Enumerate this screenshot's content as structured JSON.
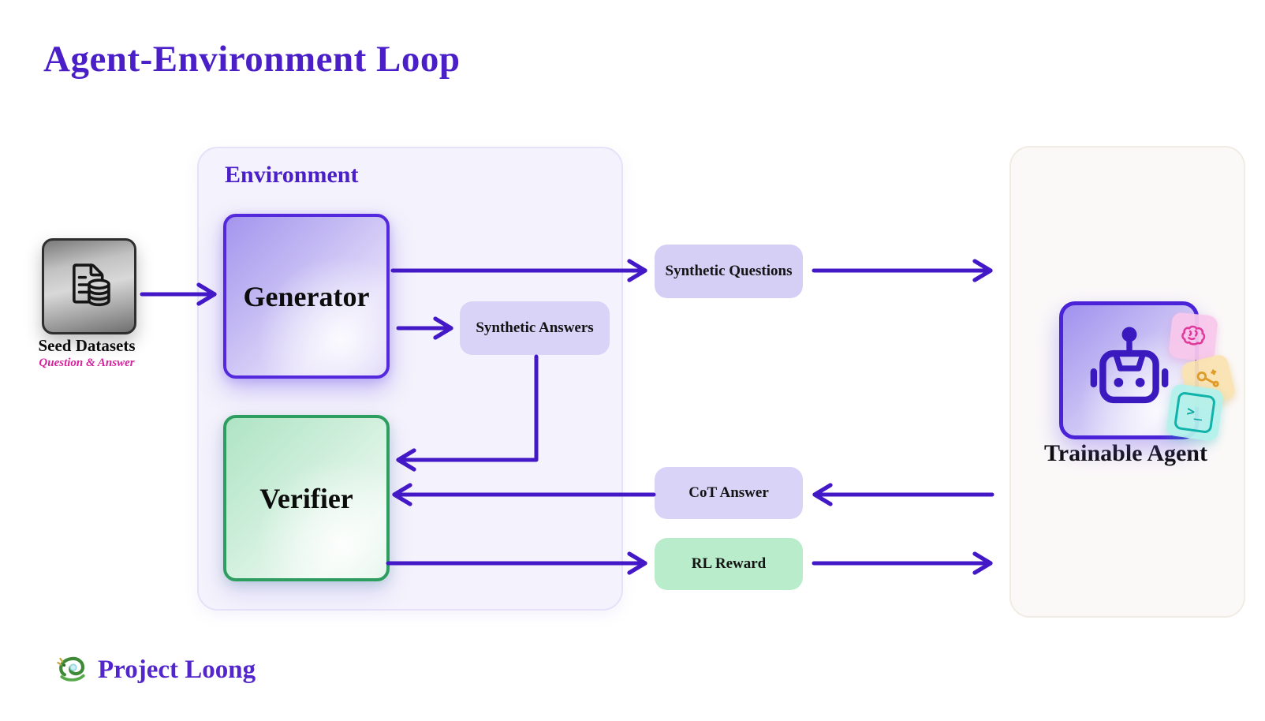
{
  "title": "Agent-Environment Loop",
  "environment": {
    "label": "Environment",
    "generator": "Generator",
    "verifier": "Verifier"
  },
  "seed": {
    "label": "Seed Datasets",
    "sublabel": "Question & Answer"
  },
  "pills": {
    "synthetic_questions": "Synthetic Questions",
    "synthetic_answers": "Synthetic Answers",
    "cot_answer": "CoT Answer",
    "rl_reward": "RL Reward"
  },
  "agent": {
    "label": "Trainable Agent"
  },
  "icons": {
    "database": "database-icon",
    "robot": "robot-icon",
    "brain": "brain-icon",
    "wrench": "wrench-icon",
    "terminal": "terminal-icon",
    "terminal_glyph": ">_",
    "dragon": "dragon-icon"
  },
  "footer": {
    "brand": "Project Loong"
  },
  "colors": {
    "accent_purple": "#4a1fc8",
    "arrow": "#4318c6",
    "generator_border": "#5429dd",
    "verifier_border": "#2e9e60",
    "pill_lavender": "#d9d3f8",
    "pill_green": "#b9ecca",
    "seed_sublabel_magenta": "#d6219c",
    "brand_purple": "#5226cc"
  }
}
